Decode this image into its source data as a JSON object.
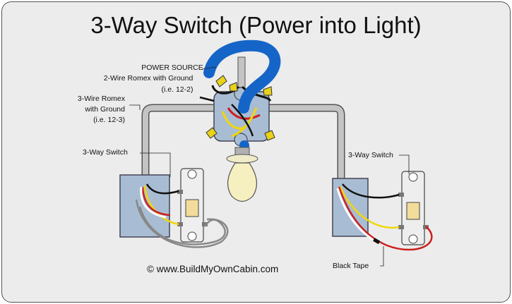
{
  "title": "3-Way Switch (Power into Light)",
  "labels": {
    "power_source_line1": "POWER SOURCE",
    "power_source_line2": "2-Wire Romex with Ground",
    "power_source_line3": "(i.e. 12-2)",
    "romex3_line1": "3-Wire Romex",
    "romex3_line2": "with Ground",
    "romex3_line3": "(i.e. 12-3)",
    "left_switch": "3-Way Switch",
    "right_switch": "3-Way Switch",
    "black_tape": "Black Tape"
  },
  "copyright": "© www.BuildMyOwnCabin.com",
  "colors": {
    "background": "#ececec",
    "conduit": "#bdbdbd",
    "box": "#a8bdd3",
    "hot_wire": "#cc1f1f",
    "traveler_wire": "#f2d60a",
    "black_wire": "#111111",
    "ground_wire": "#8a8a8a",
    "white_wire": "#ffffff",
    "wire_nut": "#e8d21a",
    "bulb": "#f6efc0",
    "question_mark": "#1565c8"
  },
  "icons": {
    "question_mark": "question-mark-icon",
    "light_bulb": "light-bulb-icon",
    "switch": "toggle-switch-icon"
  }
}
